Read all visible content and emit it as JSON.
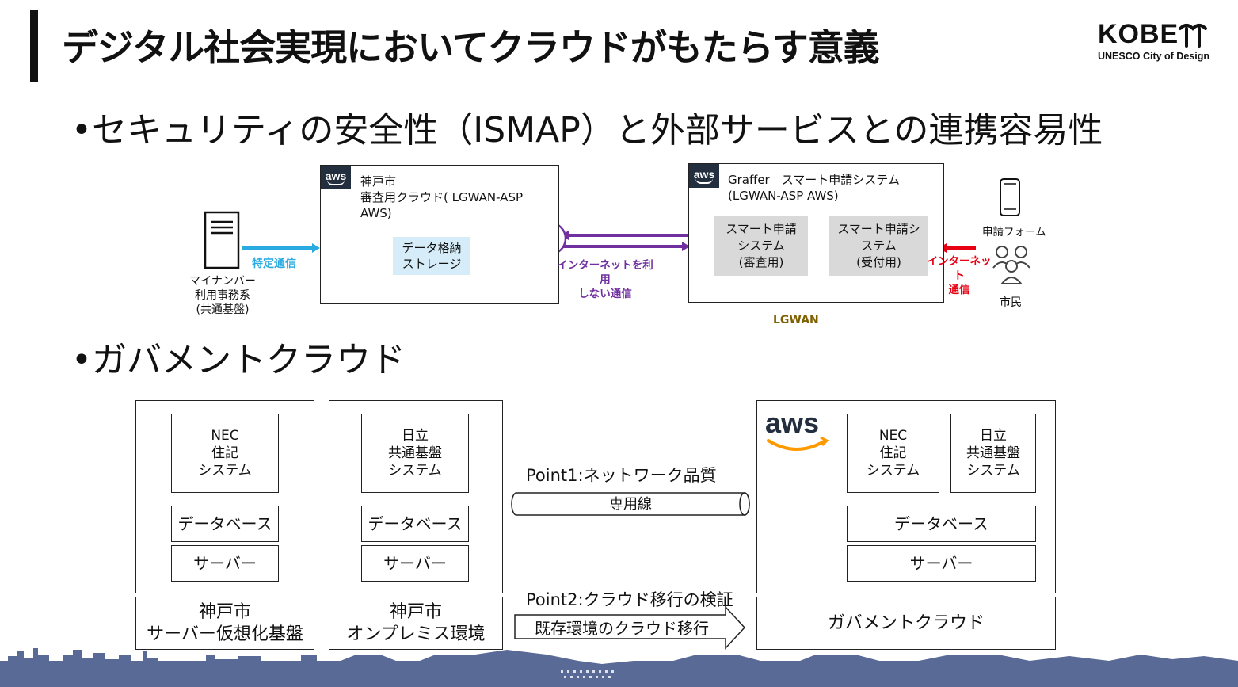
{
  "title": "デジタル社会実現においてクラウドがもたらす意義",
  "logo": {
    "text": "KOBE",
    "subtitle": "UNESCO City of Design"
  },
  "bullets": {
    "first": "セキュリティの安全性（ISMAP）と外部サービスとの連携容易性",
    "second": "ガバメントクラウド"
  },
  "top_diagram": {
    "server_label_lines": [
      "マイナンバー",
      "利用事務系",
      "(共通基盤)"
    ],
    "arrow_specific": "特定通信",
    "kobe_cloud": {
      "title_lines": [
        "神戸市",
        "審査用クラウド( LGWAN-ASP",
        "AWS)"
      ],
      "storage_lines": [
        "データ格納",
        "ストレージ"
      ]
    },
    "internet_unused_lines": [
      "インターネットを利用",
      "しない通信"
    ],
    "graffer": {
      "title_lines": [
        "Graffer　スマート申請システム",
        "(LGWAN-ASP AWS)"
      ],
      "review_lines": [
        "スマート申請",
        "システム",
        "(審査用)"
      ],
      "accept_lines": [
        "スマート申請シ",
        "ステム",
        "(受付用)"
      ]
    },
    "lgwan": "LGWAN",
    "form_label": "申請フォーム",
    "internet_lines": [
      "インターネット",
      "通信"
    ],
    "citizen": "市民",
    "aws_badge": "aws"
  },
  "bottom_diagram": {
    "nec_lines": [
      "NEC",
      "住記",
      "システム"
    ],
    "hitachi_lines": [
      "日立",
      "共通基盤",
      "システム"
    ],
    "database": "データベース",
    "server": "サーバー",
    "kobe_virtual_lines": [
      "神戸市",
      "サーバー仮想化基盤"
    ],
    "kobe_onprem_lines": [
      "神戸市",
      "オンプレミス環境"
    ],
    "point1": "Point1:ネットワーク品質",
    "dedicated": "専用線",
    "point2": "Point2:クラウド移行の検証",
    "migration": "既存環境のクラウド移行",
    "gov_cloud": "ガバメントクラウド",
    "aws_logo": "aws"
  },
  "colors": {
    "specific_arrow": "#29abe2",
    "purple": "#7030a0",
    "red": "#e60012",
    "lgwan": "#7f6000",
    "skyline": "#5a6a96",
    "aws_orange": "#ff9900"
  }
}
